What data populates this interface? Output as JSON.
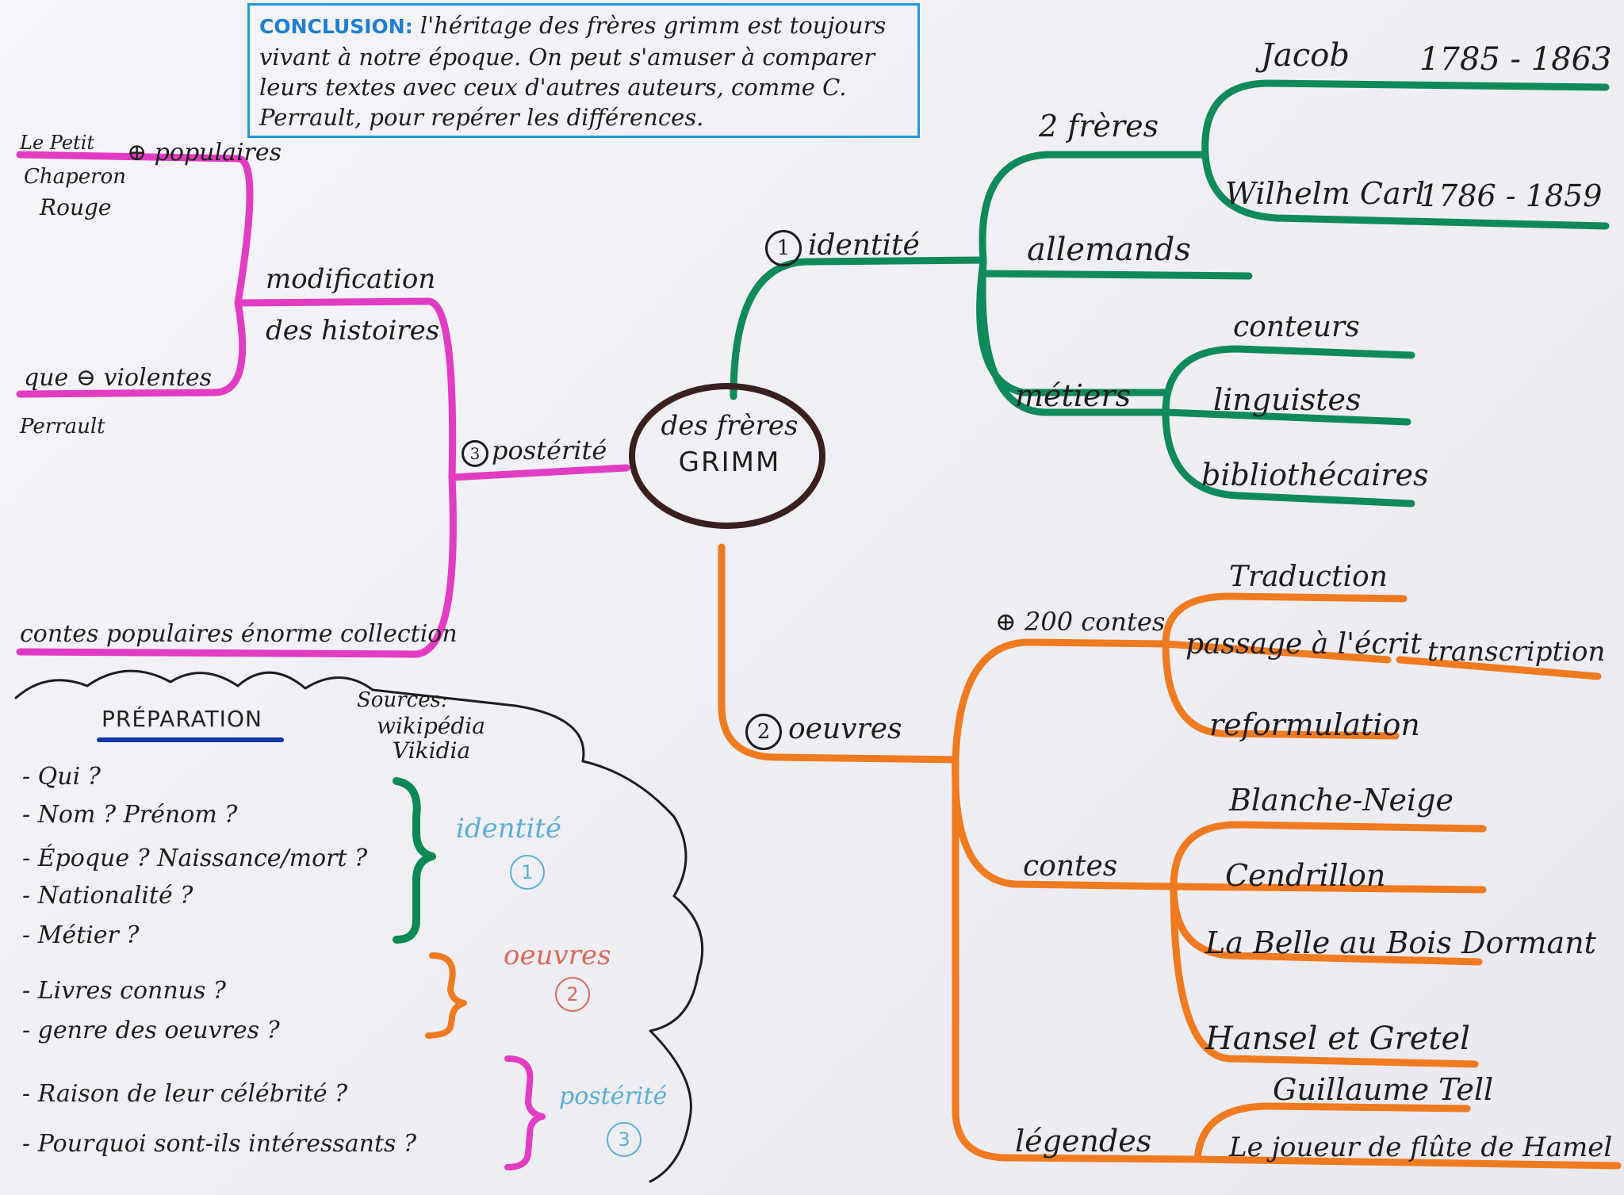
{
  "conclusion": {
    "heading": "CONCLUSION:",
    "text": "l'héritage des frères grimm est toujours vivant à notre époque. On peut s'amuser à comparer leurs textes avec ceux d'autres auteurs, comme C. Perrault, pour repérer les différences."
  },
  "center": {
    "line1": "des frères",
    "line2": "GRIMM"
  },
  "branch_identite": {
    "number": "1",
    "label": "identité",
    "freres": {
      "label": "2 frères",
      "jacob": {
        "name": "Jacob",
        "dates": "1785 - 1863"
      },
      "wilhelm": {
        "name": "Wilhelm Carl",
        "dates": "1786 - 1859"
      }
    },
    "allemands": "allemands",
    "metiers": {
      "label": "métiers",
      "items": [
        "conteurs",
        "linguistes",
        "bibliothécaires"
      ]
    }
  },
  "branch_oeuvres": {
    "number": "2",
    "label": "oeuvres",
    "plus200": {
      "label": "⊕ 200 contes",
      "items": [
        "Traduction",
        "passage à l'écrit",
        "reformulation"
      ],
      "transcription": "transcription"
    },
    "contes": {
      "label": "contes",
      "items": [
        "Blanche-Neige",
        "Cendrillon",
        "La Belle au Bois Dormant",
        "Hansel et Gretel"
      ]
    },
    "legendes": {
      "label": "légendes",
      "items": [
        "Guillaume Tell",
        "Le joueur de flûte de Hamel"
      ]
    }
  },
  "branch_posterite": {
    "number": "3",
    "label": "postérité",
    "modification": {
      "line1": "modification",
      "line2": "des histoires"
    },
    "populaires": "⊕ populaires",
    "petit_chaperon": {
      "line1": "Le Petit",
      "line2": "Chaperon",
      "line3": "Rouge"
    },
    "violentes": "que ⊖ violentes",
    "perrault": "Perrault",
    "collection": "contes populaires énorme collection"
  },
  "preparation": {
    "title": "PRÉPARATION",
    "sources": {
      "label": "Sources:",
      "items": [
        "wikipédia",
        "Vikidia"
      ]
    },
    "questions": [
      "- Qui ?",
      "- Nom ? Prénom ?",
      "- Époque ? Naissance/mort ?",
      "- Nationalité ?",
      "- Métier ?",
      "- Livres connus ?",
      "- genre des oeuvres ?",
      "- Raison de leur célébrité ?",
      "- Pourquoi sont-ils intéressants ?"
    ],
    "groups": [
      {
        "label": "identité",
        "number": "1",
        "color": "#5aaed9"
      },
      {
        "label": "oeuvres",
        "number": "2",
        "color": "#d86a5a"
      },
      {
        "label": "postérité",
        "number": "3",
        "color": "#5aaed9"
      }
    ]
  },
  "colors": {
    "green": "#0f8a5a",
    "orange": "#f07a1f",
    "pink": "#e23cc3",
    "blue": "#1e9bd7",
    "ink": "#1d1d1d",
    "brace_green": "#0c8a55",
    "brace_orange": "#f07a1f",
    "brace_pink": "#e23cc3"
  }
}
